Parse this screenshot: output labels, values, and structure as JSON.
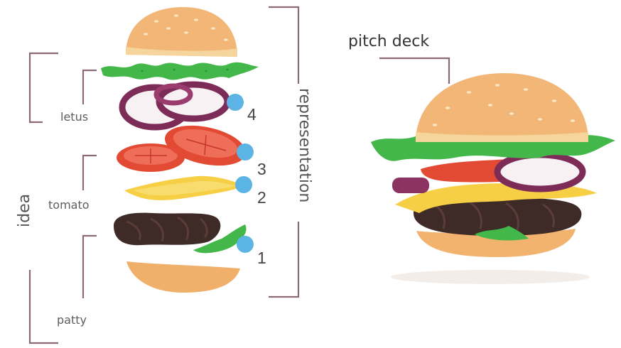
{
  "labels": {
    "idea": "idea",
    "representation": "representation",
    "pitch_deck": "pitch deck",
    "letus": "letus",
    "tomato": "tomato",
    "patty": "patty"
  },
  "markers": [
    "1",
    "2",
    "3",
    "4"
  ],
  "colors": {
    "bracket": "#8a6a78",
    "marker": "#5bb4e3",
    "bun": "#f1b876",
    "lettuce": "#43b84a",
    "onion": "#7d2b57",
    "tomato": "#e34a35",
    "cheese": "#f6cf44",
    "patty": "#3d2b28"
  }
}
